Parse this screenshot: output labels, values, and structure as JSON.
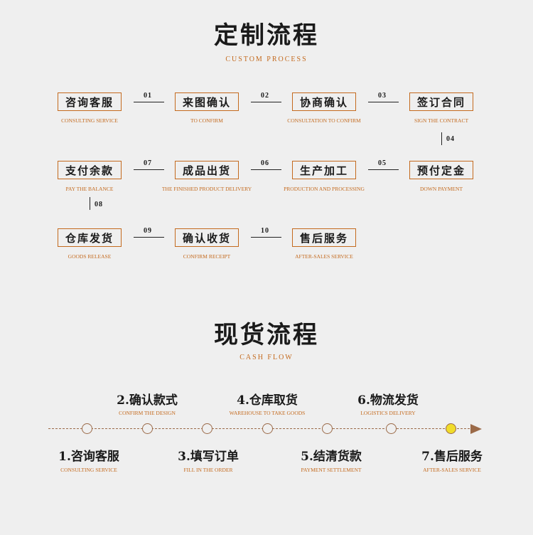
{
  "custom": {
    "title": "定制流程",
    "subtitle": "CUSTOM PROCESS",
    "steps": [
      {
        "zh": "咨询客服",
        "en": "CONSULTING SERVICE"
      },
      {
        "zh": "来图确认",
        "en": "TO CONFIRM"
      },
      {
        "zh": "协商确认",
        "en": "CONSULTATION TO CONFIRM"
      },
      {
        "zh": "签订合同",
        "en": "SIGN THE CONTRACT"
      },
      {
        "zh": "预付定金",
        "en": "DOWN PAYMENT"
      },
      {
        "zh": "生产加工",
        "en": "PRODUCTION AND PROCESSING"
      },
      {
        "zh": "成品出货",
        "en": "THE FINISHED PRODUCT DELIVERY"
      },
      {
        "zh": "支付余款",
        "en": "PAY THE BALANCE"
      },
      {
        "zh": "仓库发货",
        "en": "GOODS RELEASE"
      },
      {
        "zh": "确认收货",
        "en": "CONFIRM RECEIPT"
      },
      {
        "zh": "售后服务",
        "en": "AFTER-SALES SERVICE"
      }
    ],
    "numbers": [
      "01",
      "02",
      "03",
      "04",
      "05",
      "06",
      "07",
      "08",
      "09",
      "10"
    ]
  },
  "cash": {
    "title": "现货流程",
    "subtitle": "CASH FLOW",
    "steps": [
      {
        "zh": "1.咨询客服",
        "en": "CONSULTING SERVICE"
      },
      {
        "zh": "2.确认款式",
        "en": "CONFIRM THE DESIGN"
      },
      {
        "zh": "3.填写订单",
        "en": "FILL IN THE ORDER"
      },
      {
        "zh": "4.仓库取货",
        "en": "WAREHOUSE TO TAKE GOODS"
      },
      {
        "zh": "5.结清货款",
        "en": "PAYMENT SETTLEMENT"
      },
      {
        "zh": "6.物流发货",
        "en": "LOGISTICS DELIVERY"
      },
      {
        "zh": "7.售后服务",
        "en": "AFTER-SALES SERVICE"
      }
    ]
  },
  "colors": {
    "accent": "#c46a1e",
    "timeline": "#9b6a48",
    "active_dot": "#f0dc2a"
  }
}
